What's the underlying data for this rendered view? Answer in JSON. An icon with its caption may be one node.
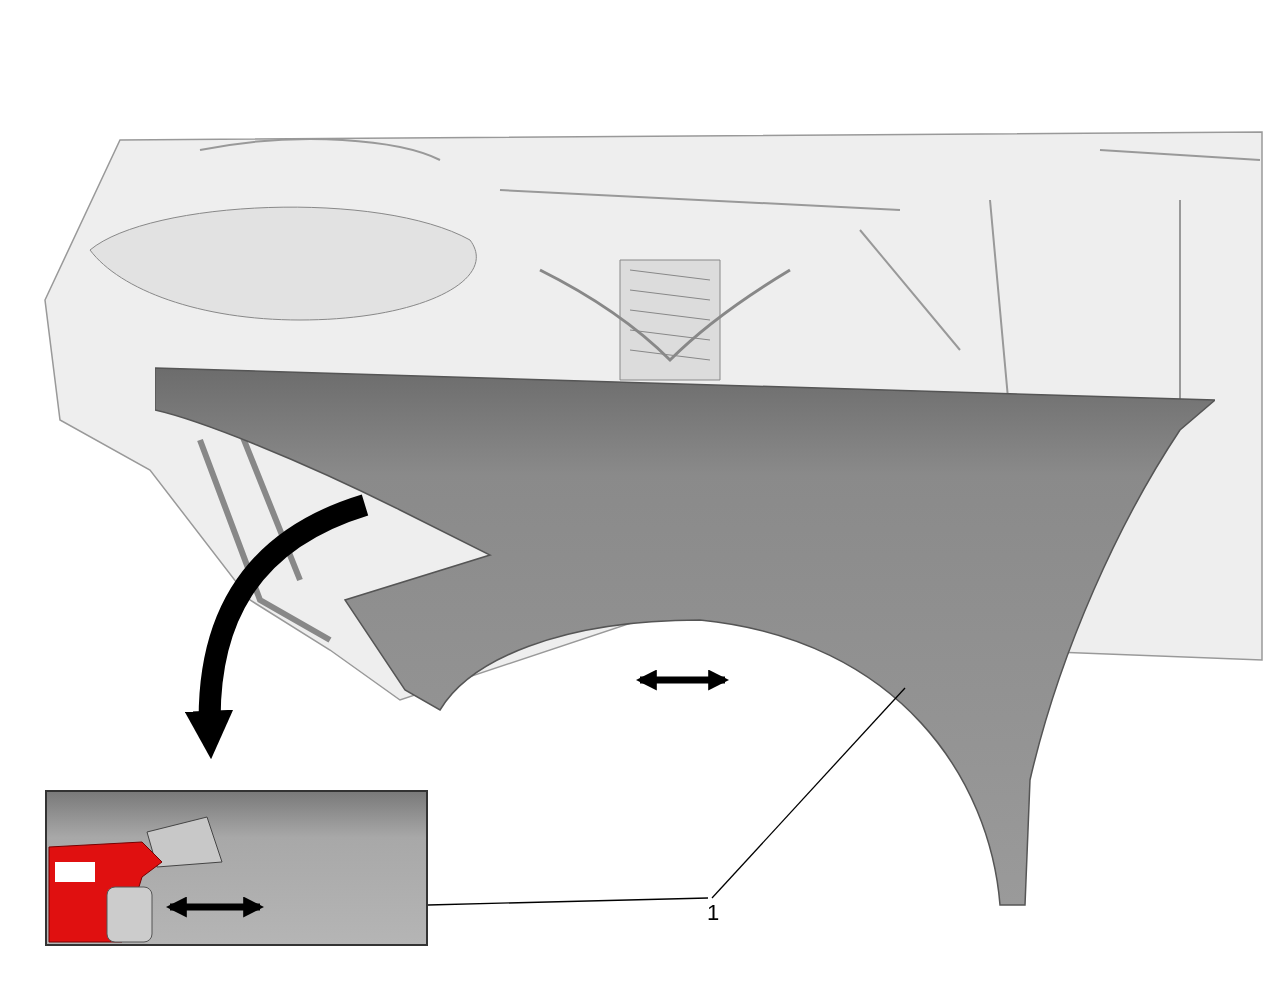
{
  "diagram": {
    "nodes": [
      {
        "text": [
          "1"
        ]
      },
      {
        "text": [],
        "shape": "picture"
      },
      {
        "text": [],
        "shape": "picture"
      }
    ],
    "edges": [
      {
        "from": 0,
        "to": 1,
        "arrow": "none"
      },
      {
        "from": 0,
        "to": 2,
        "arrow": "none"
      },
      {
        "from": 1,
        "to": 2,
        "arrow": "to",
        "style": "thick"
      }
    ]
  }
}
